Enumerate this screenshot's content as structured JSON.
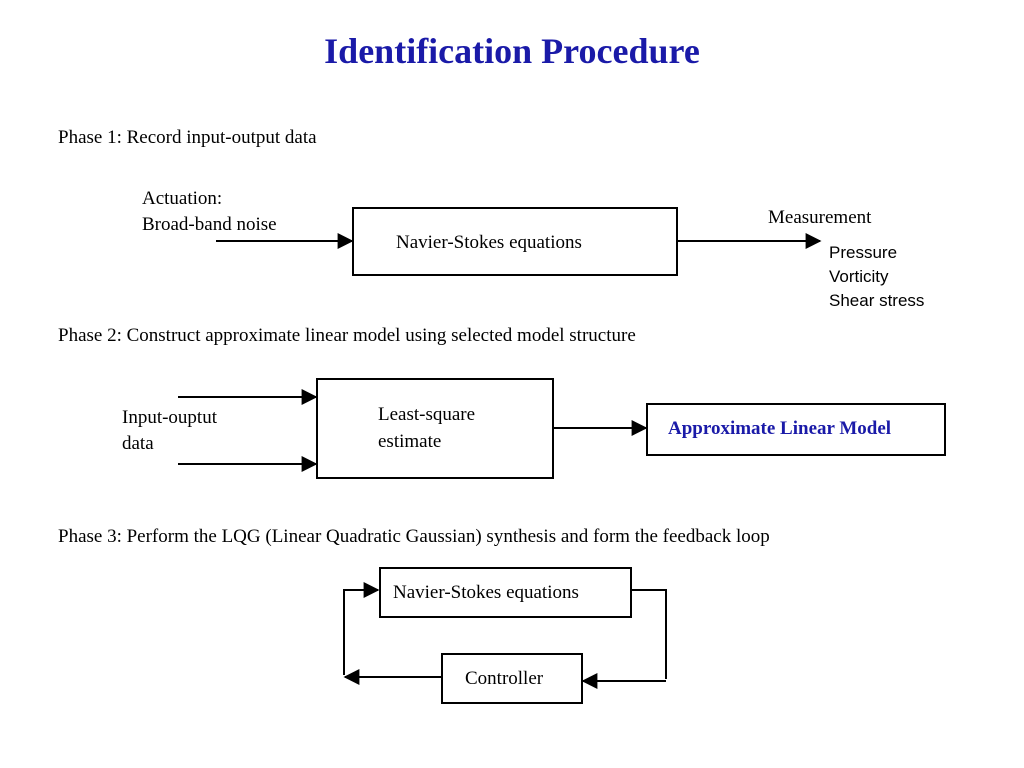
{
  "title": "Identification Procedure",
  "phases": [
    "Phase 1: Record input-output data",
    "Phase 2: Construct approximate linear model using selected model structure",
    "Phase 3: Perform the LQG (Linear Quadratic Gaussian) synthesis and form the feedback loop"
  ],
  "phase1": {
    "actuation_line1": "Actuation:",
    "actuation_line2": "Broad-band noise",
    "box": "Navier-Stokes equations",
    "measurement": "Measurement",
    "measurements": [
      "Pressure",
      "Vorticity",
      "Shear stress"
    ]
  },
  "phase2": {
    "input_line1": "Input-ouptut",
    "input_line2": "data",
    "box_line1": "Least-square",
    "box_line2": "estimate",
    "output_box": "Approximate Linear Model",
    "output_color": "#1a1aa8"
  },
  "phase3": {
    "plant_box": "Navier-Stokes equations",
    "controller_box": "Controller"
  }
}
